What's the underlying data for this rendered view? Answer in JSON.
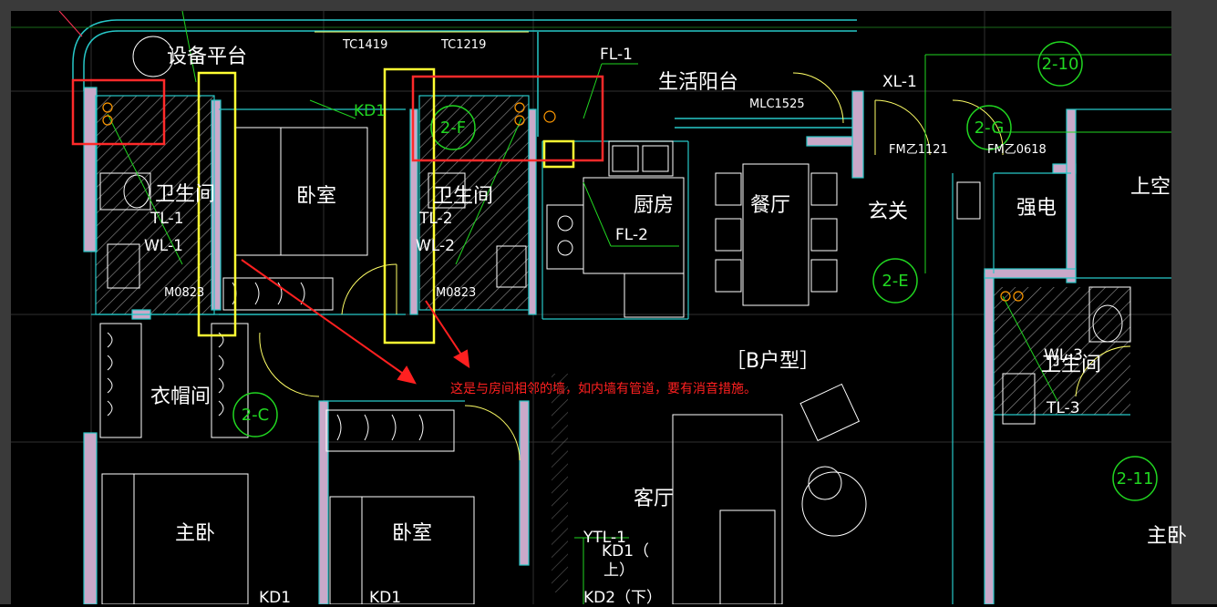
{
  "rooms": {
    "equipment_platform": "设备平台",
    "living_balcony": "生活阳台",
    "bath_1": "卫生间",
    "bath_2": "卫生间",
    "bath_3": "卫生间",
    "bedroom_top": "卧室",
    "bedroom_bottom": "卧室",
    "kitchen": "厨房",
    "dining": "餐厅",
    "foyer": "玄关",
    "power_room": "强电",
    "upper_void": "上空",
    "cloakroom": "衣帽间",
    "living_room": "客厅",
    "master_bedroom": "主卧",
    "master_bedroom_right": "主卧"
  },
  "tags": {
    "tc1419": "TC1419",
    "tc1219": "TC1219",
    "fl1": "FL-1",
    "fl2": "FL-2",
    "kd1": "KD1",
    "mlc1525": "MLC1525",
    "xl1": "XL-1",
    "fm1": "FM乙1121",
    "fm2": "FM乙0618",
    "tl1": "TL-1",
    "wl1": "WL-1",
    "tl2": "TL-2",
    "wl2": "WL-2",
    "tl3": "TL-3",
    "wl3": "WL-3",
    "m0823a": "M0823",
    "m0823b": "M0823",
    "ytl1": "YTL-1",
    "kd1_up": "KD1（",
    "kd1_up2": "上）",
    "kd1_bl": "KD1",
    "kd1_bm": "KD1",
    "kd2_down": "KD2（下）",
    "unit_type": "［B户型］"
  },
  "grid_markers": {
    "g1": "2-10",
    "g2": "2-G",
    "g3": "2-E",
    "g4": "2-C",
    "g5": "2-11",
    "g6": "2-F"
  },
  "annotation": {
    "note": "这是与房间相邻的墙，如内墙有管道，要有消音措施。"
  },
  "colors": {
    "background": "#000000",
    "wall_outline": "#27c8c8",
    "wall_fill": "#c9a9c9",
    "green": "#21d621",
    "yellow": "#ffff33",
    "red": "#ff2020",
    "hatch": "#8a8a8a"
  }
}
